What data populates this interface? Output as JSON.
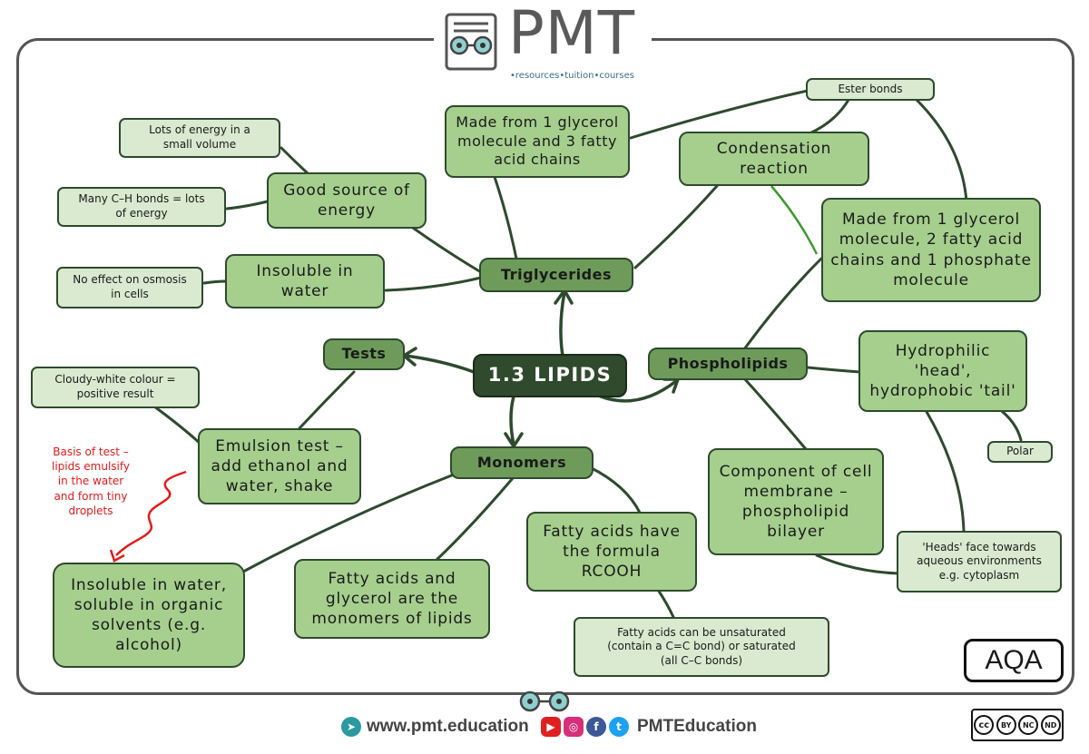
{
  "logo": {
    "brand": "PMT",
    "tagline": "•resources•tuition•courses"
  },
  "center": {
    "label": "1.3 LIPIDS"
  },
  "nodes": {
    "triglycerides": "Triglycerides",
    "tests": "Tests",
    "phospholipids": "Phospholipids",
    "monomers": "Monomers",
    "trig_made_from": "Made from 1 glycerol\nmolecule and 3 fatty\nacid chains",
    "ester_bonds": "Ester bonds",
    "condensation": "Condensation\nreaction",
    "phos_made_from": "Made from 1 glycerol\nmolecule, 2 fatty acid\nchains and 1 phosphate\nmolecule",
    "energy_volume": "Lots of energy in a\nsmall volume",
    "ch_bonds": "Many C–H bonds = lots\nof energy",
    "good_energy": "Good source of\nenergy",
    "insoluble": "Insoluble in\nwater",
    "no_osmosis": "No effect on osmosis\nin cells",
    "cloudy": "Cloudy-white colour =\npositive result",
    "emulsion": "Emulsion test –\nadd ethanol and\nwater, shake",
    "insoluble_organic": "Insoluble in water,\nsoluble in organic\nsolvents (e.g.\nalcohol)",
    "fa_glycerol": "Fatty acids and\nglycerol are the\nmonomers of lipids",
    "fa_formula": "Fatty acids have\nthe formula\nRCOOH",
    "fa_saturation": "Fatty acids can be unsaturated\n(contain a C=C bond) or saturated\n(all C–C bonds)",
    "hydrophilic": "Hydrophilic\n'head',\nhydrophobic 'tail'",
    "polar": "Polar",
    "component": "Component of cell\nmembrane –\nphospholipid\nbilayer",
    "heads_face": "'Heads' face towards\naqueous environments\ne.g. cytoplasm"
  },
  "note": "Basis of test –\nlipids emulsify\nin the water\nand form tiny\ndroplets",
  "board": "AQA",
  "footer": {
    "website": "www.pmt.education",
    "social": "PMTEducation",
    "license": [
      "cc",
      "BY",
      "NC",
      "ND"
    ]
  },
  "colors": {
    "node_fill": "#a6cf8e",
    "node_light": "#d9ead0",
    "node_dark": "#6e9b5a",
    "center_fill": "#2f4a2c",
    "line": "#2e4a2e",
    "note_red": "#e21b1b"
  }
}
